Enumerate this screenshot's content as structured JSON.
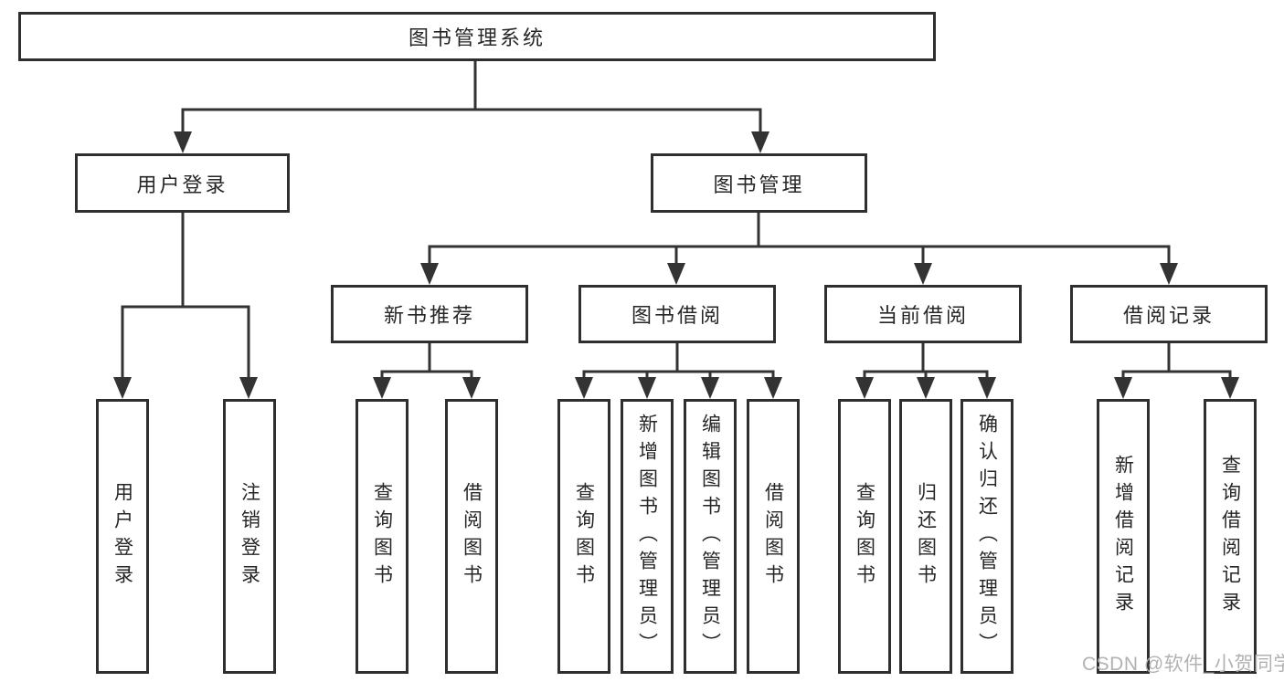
{
  "diagram": {
    "root": "图书管理系统",
    "level2": {
      "user_login_group": "用户登录",
      "book_mgmt": "图书管理"
    },
    "user_login_children": {
      "login": "用户登录",
      "logout": "注销登录"
    },
    "book_mgmt_children": {
      "new_book_rec": "新书推荐",
      "book_borrow": "图书借阅",
      "current_borrow": "当前借阅",
      "borrow_record": "借阅记录"
    },
    "new_book_rec_children": {
      "query_book": "查询图书",
      "borrow_book": "借阅图书"
    },
    "book_borrow_children": {
      "query_book": "查询图书",
      "add_book_admin": "新增图书（管理员）",
      "edit_book_admin": "编辑图书（管理员）",
      "borrow_book": "借阅图书"
    },
    "current_borrow_children": {
      "query_book": "查询图书",
      "return_book": "归还图书",
      "confirm_return_admin": "确认归还（管理员）"
    },
    "borrow_record_children": {
      "add_record": "新增借阅记录",
      "query_record": "查询借阅记录"
    }
  },
  "watermark": "CSDN @软件_小贺同学",
  "colors": {
    "line": "#333333",
    "border": "#2f2f2f",
    "text": "#262626",
    "watermark": "#b2b2b2",
    "background": "#ffffff"
  }
}
